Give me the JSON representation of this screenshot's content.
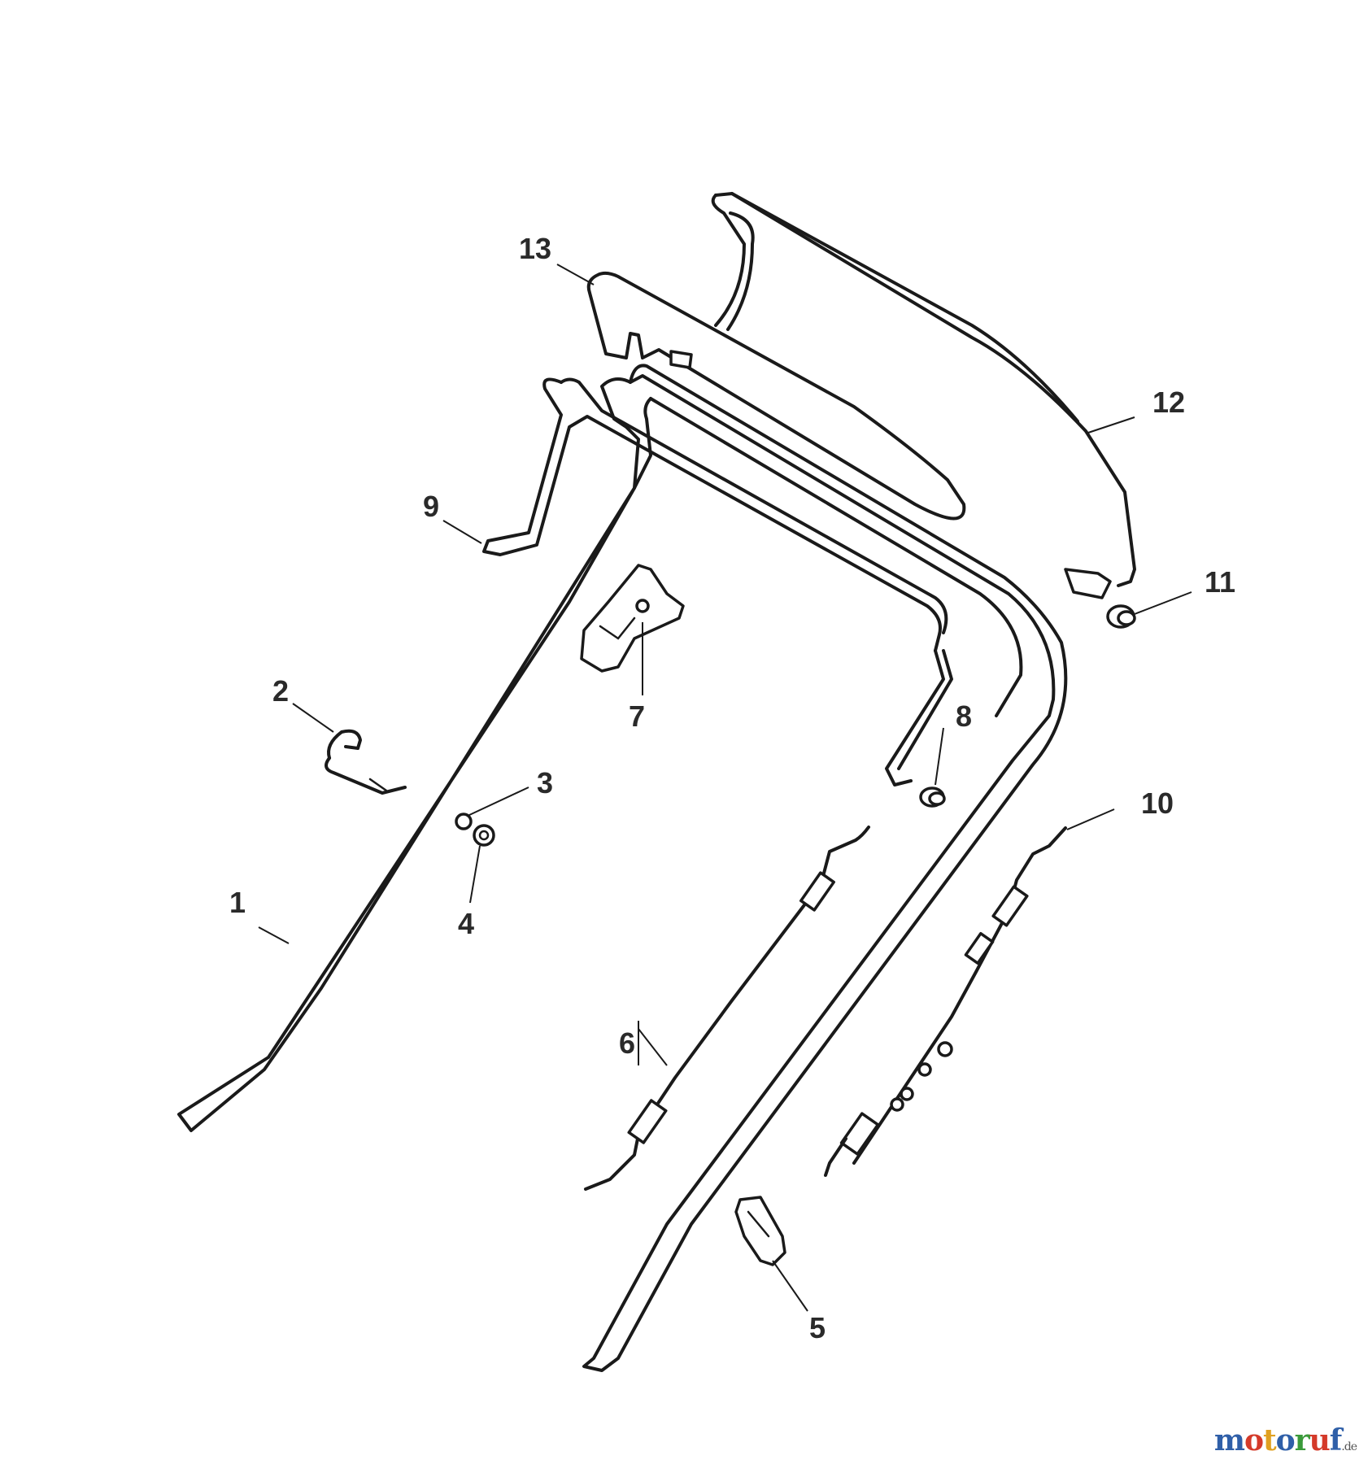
{
  "callouts": [
    {
      "id": "1",
      "label": "1"
    },
    {
      "id": "2",
      "label": "2"
    },
    {
      "id": "3",
      "label": "3"
    },
    {
      "id": "4",
      "label": "4"
    },
    {
      "id": "5",
      "label": "5"
    },
    {
      "id": "6",
      "label": "6"
    },
    {
      "id": "7",
      "label": "7"
    },
    {
      "id": "8",
      "label": "8"
    },
    {
      "id": "9",
      "label": "9"
    },
    {
      "id": "10",
      "label": "10"
    },
    {
      "id": "11",
      "label": "11"
    },
    {
      "id": "12",
      "label": "12"
    },
    {
      "id": "13",
      "label": "13"
    }
  ],
  "watermark": {
    "letters": [
      "m",
      "o",
      "t",
      "o",
      "r",
      "u",
      "f"
    ],
    "colors": [
      "#2f5fa8",
      "#d43a2a",
      "#e0a020",
      "#2f5fa8",
      "#3a9a3a",
      "#d43a2a",
      "#2f5fa8"
    ],
    "suffix": ".de"
  }
}
